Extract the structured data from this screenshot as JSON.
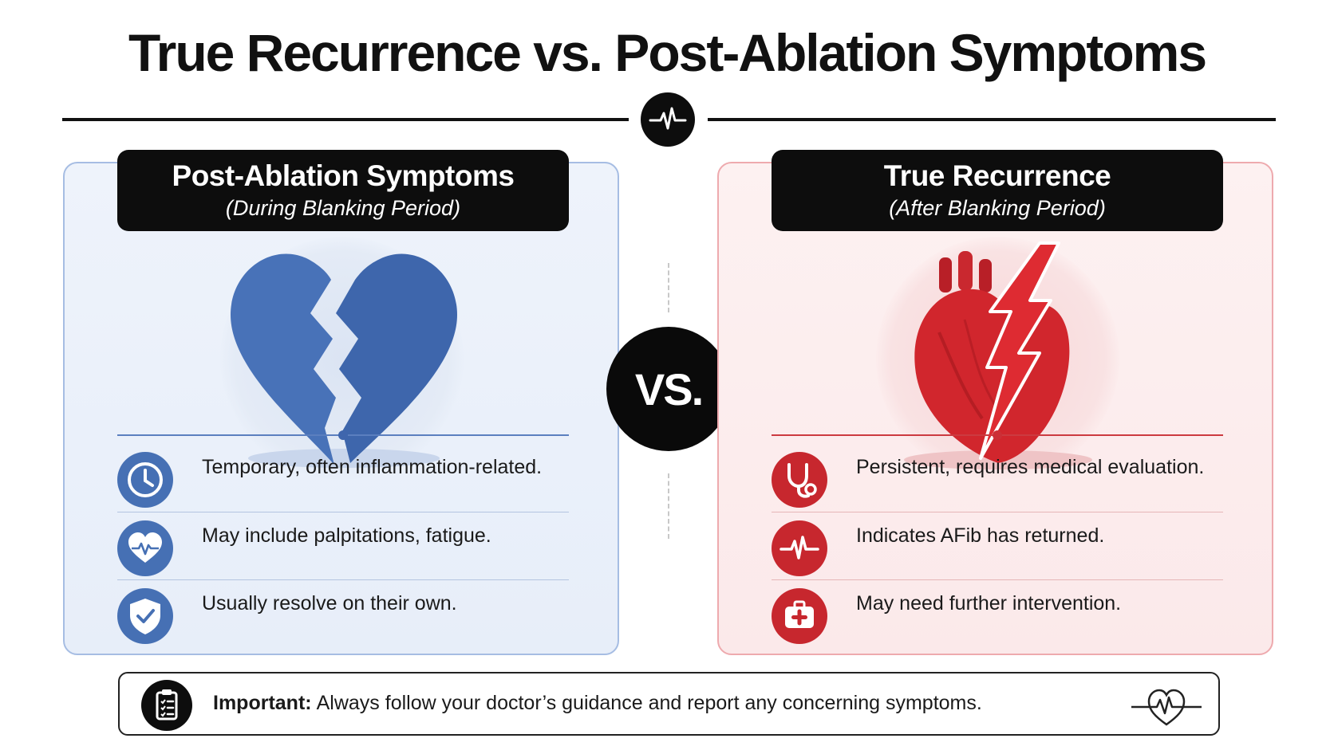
{
  "title": "True Recurrence vs. Post-Ablation Symptoms",
  "vs_label": "VS.",
  "left_panel": {
    "title": "Post-Ablation Symptoms",
    "subtitle": "(During Blanking Period)",
    "accent_color": "#4670b4",
    "hero_icon": "broken-heart-icon",
    "items": [
      {
        "icon": "clock-icon",
        "text": "Temporary, often inflammation-related."
      },
      {
        "icon": "heart-pulse-icon",
        "text": "May include palpitations, fatigue."
      },
      {
        "icon": "shield-check-icon",
        "text": "Usually resolve on their own."
      }
    ]
  },
  "right_panel": {
    "title": "True Recurrence",
    "subtitle": "(After Blanking Period)",
    "accent_color": "#c7272e",
    "hero_icon": "heart-lightning-icon",
    "items": [
      {
        "icon": "stethoscope-icon",
        "text": "Persistent, requires medical evaluation."
      },
      {
        "icon": "ecg-pulse-icon",
        "text": "Indicates AFib has returned."
      },
      {
        "icon": "first-aid-kit-icon",
        "text": "May need further intervention."
      }
    ]
  },
  "note": {
    "label": "Important:",
    "text": "Always follow your doctor’s guidance and report any concerning symptoms.",
    "icon": "clipboard-checklist-icon",
    "end_icon": "heart-ecg-outline-icon"
  }
}
